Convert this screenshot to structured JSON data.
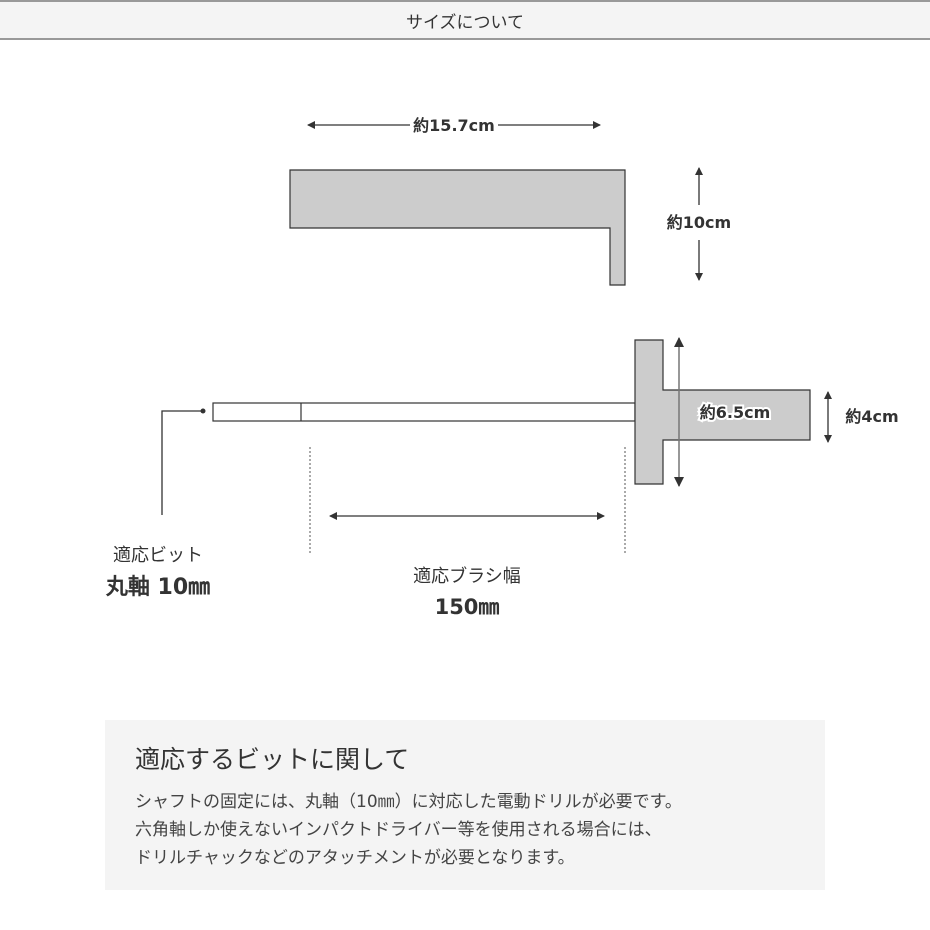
{
  "header": {
    "title": "サイズについて"
  },
  "diagram": {
    "width_label": "約15.7cm",
    "height_label": "約10cm",
    "block_length_label": "約6.5cm",
    "block_height_label": "約4cm",
    "bit_label": "適応ビット",
    "bit_value": "丸軸 10㎜",
    "brush_width_label": "適応ブラシ幅",
    "brush_width_value": "150㎜",
    "fill_color": "#cccccc"
  },
  "note": {
    "title": "適応するビットに関して",
    "lines": [
      "シャフトの固定には、丸軸（10㎜）に対応した電動ドリルが必要です。",
      "六角軸しか使えないインパクトドライバー等を使用される場合には、",
      "ドリルチャックなどのアタッチメントが必要となります。"
    ]
  }
}
